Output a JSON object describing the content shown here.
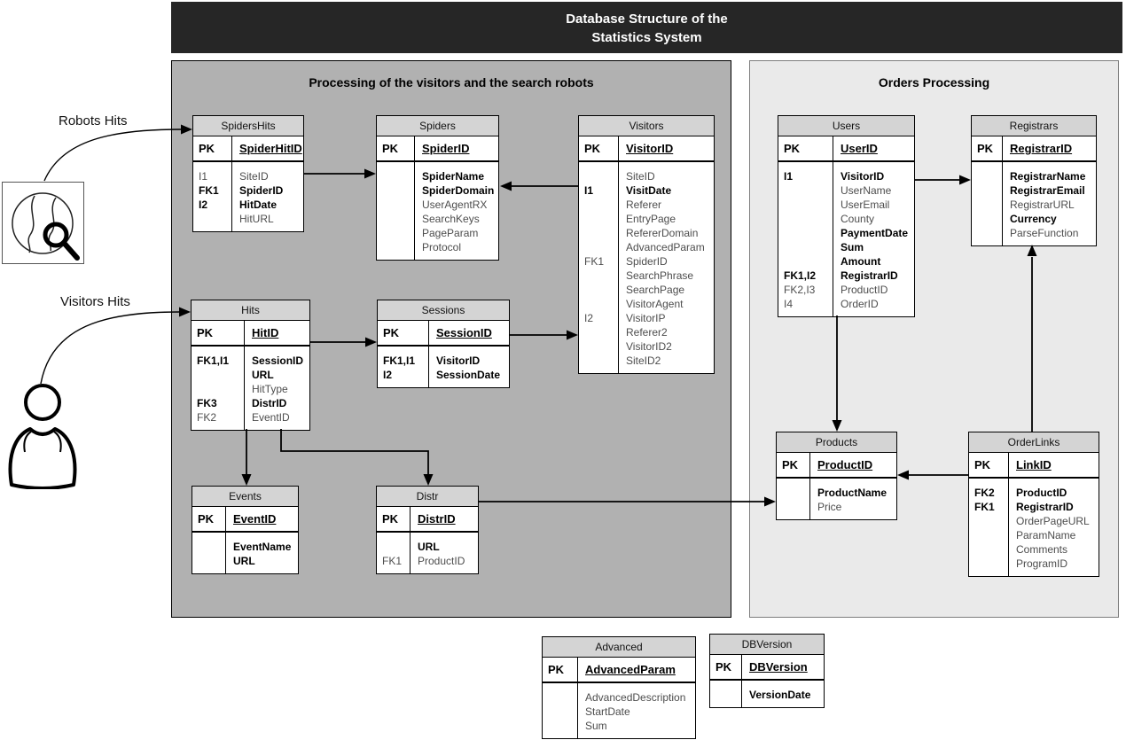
{
  "title": {
    "line1": "Database Structure of the",
    "line2": "Statistics System"
  },
  "panels": {
    "visitors": {
      "title": "Processing of the visitors and the search robots"
    },
    "orders": {
      "title": "Orders Processing"
    }
  },
  "actors": {
    "robots_label": "Robots Hits",
    "visitors_label": "Visitors Hits",
    "robots_icon": "globe-search-icon",
    "visitors_icon": "person-icon"
  },
  "colors": {
    "titlebar_bg": "#262626",
    "titlebar_text": "#ffffff",
    "visitors_panel_bg": "#b1b1b1",
    "orders_panel_bg": "#eaeaea",
    "table_header_bg": "#d4d4d4",
    "table_border": "#000000",
    "key_field_text": "#000000",
    "plain_field_text": "#4d4d4d"
  },
  "tables": [
    {
      "id": "spidershits",
      "name": "SpidersHits",
      "pk": {
        "label": "PK",
        "field": "SpiderHitID"
      },
      "rows": [
        {
          "key": "I1",
          "key_bold": false,
          "field": "SiteID",
          "field_bold": false
        },
        {
          "key": "FK1",
          "key_bold": true,
          "field": "SpiderID",
          "field_bold": true
        },
        {
          "key": "I2",
          "key_bold": true,
          "field": "HitDate",
          "field_bold": true
        },
        {
          "key": "",
          "key_bold": false,
          "field": "HitURL",
          "field_bold": false
        }
      ]
    },
    {
      "id": "spiders",
      "name": "Spiders",
      "pk": {
        "label": "PK",
        "field": "SpiderID"
      },
      "rows": [
        {
          "key": "",
          "key_bold": false,
          "field": "SpiderName",
          "field_bold": true
        },
        {
          "key": "",
          "key_bold": false,
          "field": "SpiderDomain",
          "field_bold": true
        },
        {
          "key": "",
          "key_bold": false,
          "field": "UserAgentRX",
          "field_bold": false
        },
        {
          "key": "",
          "key_bold": false,
          "field": "SearchKeys",
          "field_bold": false
        },
        {
          "key": "",
          "key_bold": false,
          "field": "PageParam",
          "field_bold": false
        },
        {
          "key": "",
          "key_bold": false,
          "field": "Protocol",
          "field_bold": false
        }
      ]
    },
    {
      "id": "visitors",
      "name": "Visitors",
      "pk": {
        "label": "PK",
        "field": "VisitorID"
      },
      "rows": [
        {
          "key": "",
          "key_bold": false,
          "field": "SiteID",
          "field_bold": false
        },
        {
          "key": "I1",
          "key_bold": true,
          "field": "VisitDate",
          "field_bold": true
        },
        {
          "key": "",
          "key_bold": false,
          "field": "Referer",
          "field_bold": false
        },
        {
          "key": "",
          "key_bold": false,
          "field": "EntryPage",
          "field_bold": false
        },
        {
          "key": "",
          "key_bold": false,
          "field": "RefererDomain",
          "field_bold": false
        },
        {
          "key": "",
          "key_bold": false,
          "field": "AdvancedParam",
          "field_bold": false
        },
        {
          "key": "FK1",
          "key_bold": false,
          "field": "SpiderID",
          "field_bold": false
        },
        {
          "key": "",
          "key_bold": false,
          "field": "SearchPhrase",
          "field_bold": false
        },
        {
          "key": "",
          "key_bold": false,
          "field": "SearchPage",
          "field_bold": false
        },
        {
          "key": "",
          "key_bold": false,
          "field": "VisitorAgent",
          "field_bold": false
        },
        {
          "key": "I2",
          "key_bold": false,
          "field": "VisitorIP",
          "field_bold": false
        },
        {
          "key": "",
          "key_bold": false,
          "field": "Referer2",
          "field_bold": false
        },
        {
          "key": "",
          "key_bold": false,
          "field": "VisitorID2",
          "field_bold": false
        },
        {
          "key": "",
          "key_bold": false,
          "field": "SiteID2",
          "field_bold": false
        }
      ]
    },
    {
      "id": "hits",
      "name": "Hits",
      "pk": {
        "label": "PK",
        "field": "HitID"
      },
      "rows": [
        {
          "key": "FK1,I1",
          "key_bold": true,
          "field": "SessionID",
          "field_bold": true
        },
        {
          "key": "",
          "key_bold": false,
          "field": "URL",
          "field_bold": true
        },
        {
          "key": "",
          "key_bold": false,
          "field": "HitType",
          "field_bold": false
        },
        {
          "key": "FK3",
          "key_bold": true,
          "field": "DistrID",
          "field_bold": true
        },
        {
          "key": "FK2",
          "key_bold": false,
          "field": "EventID",
          "field_bold": false
        }
      ]
    },
    {
      "id": "sessions",
      "name": "Sessions",
      "pk": {
        "label": "PK",
        "field": "SessionID"
      },
      "rows": [
        {
          "key": "FK1,I1",
          "key_bold": true,
          "field": "VisitorID",
          "field_bold": true
        },
        {
          "key": "I2",
          "key_bold": true,
          "field": "SessionDate",
          "field_bold": true
        }
      ]
    },
    {
      "id": "events",
      "name": "Events",
      "pk": {
        "label": "PK",
        "field": "EventID"
      },
      "rows": [
        {
          "key": "",
          "key_bold": false,
          "field": "EventName",
          "field_bold": true
        },
        {
          "key": "",
          "key_bold": false,
          "field": "URL",
          "field_bold": true
        }
      ]
    },
    {
      "id": "distr",
      "name": "Distr",
      "pk": {
        "label": "PK",
        "field": "DistrID"
      },
      "rows": [
        {
          "key": "",
          "key_bold": false,
          "field": "URL",
          "field_bold": true
        },
        {
          "key": "FK1",
          "key_bold": false,
          "field": "ProductID",
          "field_bold": false
        }
      ]
    },
    {
      "id": "users",
      "name": "Users",
      "pk": {
        "label": "PK",
        "field": "UserID"
      },
      "rows": [
        {
          "key": "I1",
          "key_bold": true,
          "field": "VisitorID",
          "field_bold": true
        },
        {
          "key": "",
          "key_bold": false,
          "field": "UserName",
          "field_bold": false
        },
        {
          "key": "",
          "key_bold": false,
          "field": "UserEmail",
          "field_bold": false
        },
        {
          "key": "",
          "key_bold": false,
          "field": "County",
          "field_bold": false
        },
        {
          "key": "",
          "key_bold": false,
          "field": "PaymentDate",
          "field_bold": true
        },
        {
          "key": "",
          "key_bold": false,
          "field": "Sum",
          "field_bold": true
        },
        {
          "key": "",
          "key_bold": false,
          "field": "Amount",
          "field_bold": true
        },
        {
          "key": "FK1,I2",
          "key_bold": true,
          "field": "RegistrarID",
          "field_bold": true
        },
        {
          "key": "FK2,I3",
          "key_bold": false,
          "field": "ProductID",
          "field_bold": false
        },
        {
          "key": "I4",
          "key_bold": false,
          "field": "OrderID",
          "field_bold": false
        }
      ]
    },
    {
      "id": "registrars",
      "name": "Registrars",
      "pk": {
        "label": "PK",
        "field": "RegistrarID"
      },
      "rows": [
        {
          "key": "",
          "key_bold": false,
          "field": "RegistrarName",
          "field_bold": true
        },
        {
          "key": "",
          "key_bold": false,
          "field": "RegistrarEmail",
          "field_bold": true
        },
        {
          "key": "",
          "key_bold": false,
          "field": "RegistrarURL",
          "field_bold": false
        },
        {
          "key": "",
          "key_bold": false,
          "field": "Currency",
          "field_bold": true
        },
        {
          "key": "",
          "key_bold": false,
          "field": "ParseFunction",
          "field_bold": false
        }
      ]
    },
    {
      "id": "products",
      "name": "Products",
      "pk": {
        "label": "PK",
        "field": "ProductID"
      },
      "rows": [
        {
          "key": "",
          "key_bold": false,
          "field": "ProductName",
          "field_bold": true
        },
        {
          "key": "",
          "key_bold": false,
          "field": "Price",
          "field_bold": false
        }
      ]
    },
    {
      "id": "orderlinks",
      "name": "OrderLinks",
      "pk": {
        "label": "PK",
        "field": "LinkID"
      },
      "rows": [
        {
          "key": "FK2",
          "key_bold": true,
          "field": "ProductID",
          "field_bold": true
        },
        {
          "key": "FK1",
          "key_bold": true,
          "field": "RegistrarID",
          "field_bold": true
        },
        {
          "key": "",
          "key_bold": false,
          "field": "OrderPageURL",
          "field_bold": false
        },
        {
          "key": "",
          "key_bold": false,
          "field": "ParamName",
          "field_bold": false
        },
        {
          "key": "",
          "key_bold": false,
          "field": "Comments",
          "field_bold": false
        },
        {
          "key": "",
          "key_bold": false,
          "field": "ProgramID",
          "field_bold": false
        }
      ]
    },
    {
      "id": "advanced",
      "name": "Advanced",
      "pk": {
        "label": "PK",
        "field": "AdvancedParam"
      },
      "rows": [
        {
          "key": "",
          "key_bold": false,
          "field": "AdvancedDescription",
          "field_bold": false
        },
        {
          "key": "",
          "key_bold": false,
          "field": "StartDate",
          "field_bold": false
        },
        {
          "key": "",
          "key_bold": false,
          "field": "Sum",
          "field_bold": false
        }
      ]
    },
    {
      "id": "dbversion",
      "name": "DBVersion",
      "pk": {
        "label": "PK",
        "field": "DBVersion"
      },
      "rows": [
        {
          "key": "",
          "key_bold": false,
          "field": "VersionDate",
          "field_bold": true
        }
      ]
    }
  ],
  "relationships": [
    {
      "from": "Robots Hits",
      "to": "SpidersHits"
    },
    {
      "from": "Visitors Hits",
      "to": "Hits"
    },
    {
      "from": "SpidersHits",
      "to": "Spiders"
    },
    {
      "from": "Visitors",
      "to": "Spiders"
    },
    {
      "from": "Hits",
      "to": "Sessions"
    },
    {
      "from": "Sessions",
      "to": "Visitors"
    },
    {
      "from": "Hits",
      "to": "Events"
    },
    {
      "from": "Hits",
      "to": "Distr"
    },
    {
      "from": "Distr",
      "to": "Products"
    },
    {
      "from": "Users",
      "to": "Registrars"
    },
    {
      "from": "Users",
      "to": "Products"
    },
    {
      "from": "OrderLinks",
      "to": "Products"
    },
    {
      "from": "OrderLinks",
      "to": "Registrars"
    }
  ]
}
